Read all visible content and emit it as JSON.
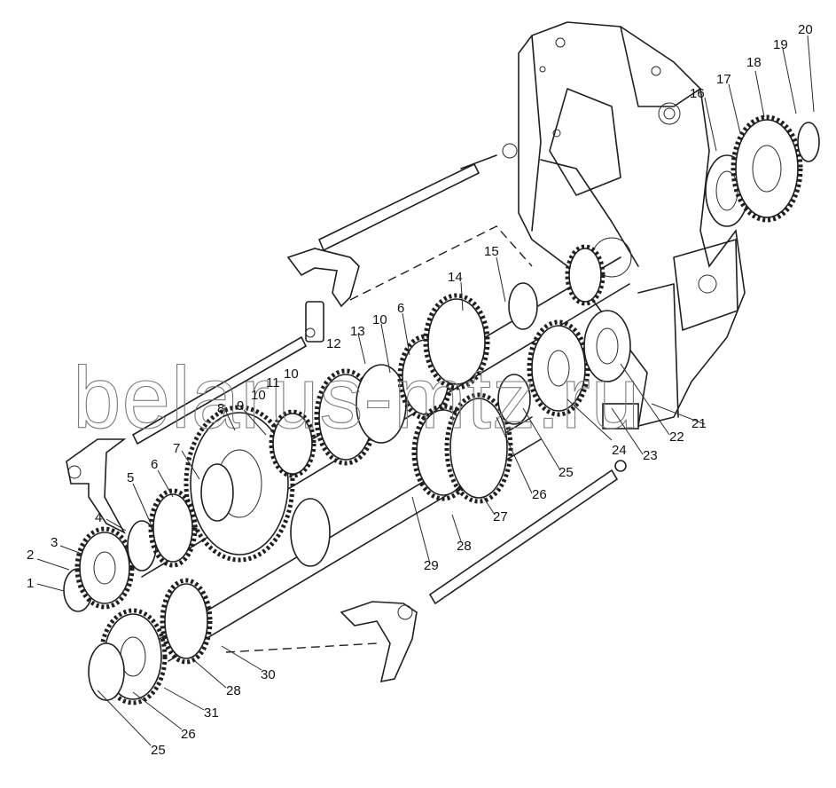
{
  "watermark": "belarus-mtz.ru",
  "callouts": [
    {
      "id": "c1",
      "label": "1"
    },
    {
      "id": "c2",
      "label": "2"
    },
    {
      "id": "c3",
      "label": "3"
    },
    {
      "id": "c4",
      "label": "4"
    },
    {
      "id": "c5",
      "label": "5"
    },
    {
      "id": "c6a",
      "label": "6"
    },
    {
      "id": "c7",
      "label": "7"
    },
    {
      "id": "c8",
      "label": "8"
    },
    {
      "id": "c9",
      "label": "9"
    },
    {
      "id": "c10a",
      "label": "10"
    },
    {
      "id": "c11",
      "label": "11"
    },
    {
      "id": "c10b",
      "label": "10"
    },
    {
      "id": "c12",
      "label": "12"
    },
    {
      "id": "c13",
      "label": "13"
    },
    {
      "id": "c10c",
      "label": "10"
    },
    {
      "id": "c6b",
      "label": "6"
    },
    {
      "id": "c14",
      "label": "14"
    },
    {
      "id": "c15",
      "label": "15"
    },
    {
      "id": "c16",
      "label": "16"
    },
    {
      "id": "c17",
      "label": "17"
    },
    {
      "id": "c18",
      "label": "18"
    },
    {
      "id": "c19",
      "label": "19"
    },
    {
      "id": "c20",
      "label": "20"
    },
    {
      "id": "c21",
      "label": "21"
    },
    {
      "id": "c22",
      "label": "22"
    },
    {
      "id": "c23",
      "label": "23"
    },
    {
      "id": "c24",
      "label": "24"
    },
    {
      "id": "c25a",
      "label": "25"
    },
    {
      "id": "c26a",
      "label": "26"
    },
    {
      "id": "c27",
      "label": "27"
    },
    {
      "id": "c28a",
      "label": "28"
    },
    {
      "id": "c29",
      "label": "29"
    },
    {
      "id": "c30",
      "label": "30"
    },
    {
      "id": "c28b",
      "label": "28"
    },
    {
      "id": "c31",
      "label": "31"
    },
    {
      "id": "c26b",
      "label": "26"
    },
    {
      "id": "c25b",
      "label": "25"
    }
  ]
}
